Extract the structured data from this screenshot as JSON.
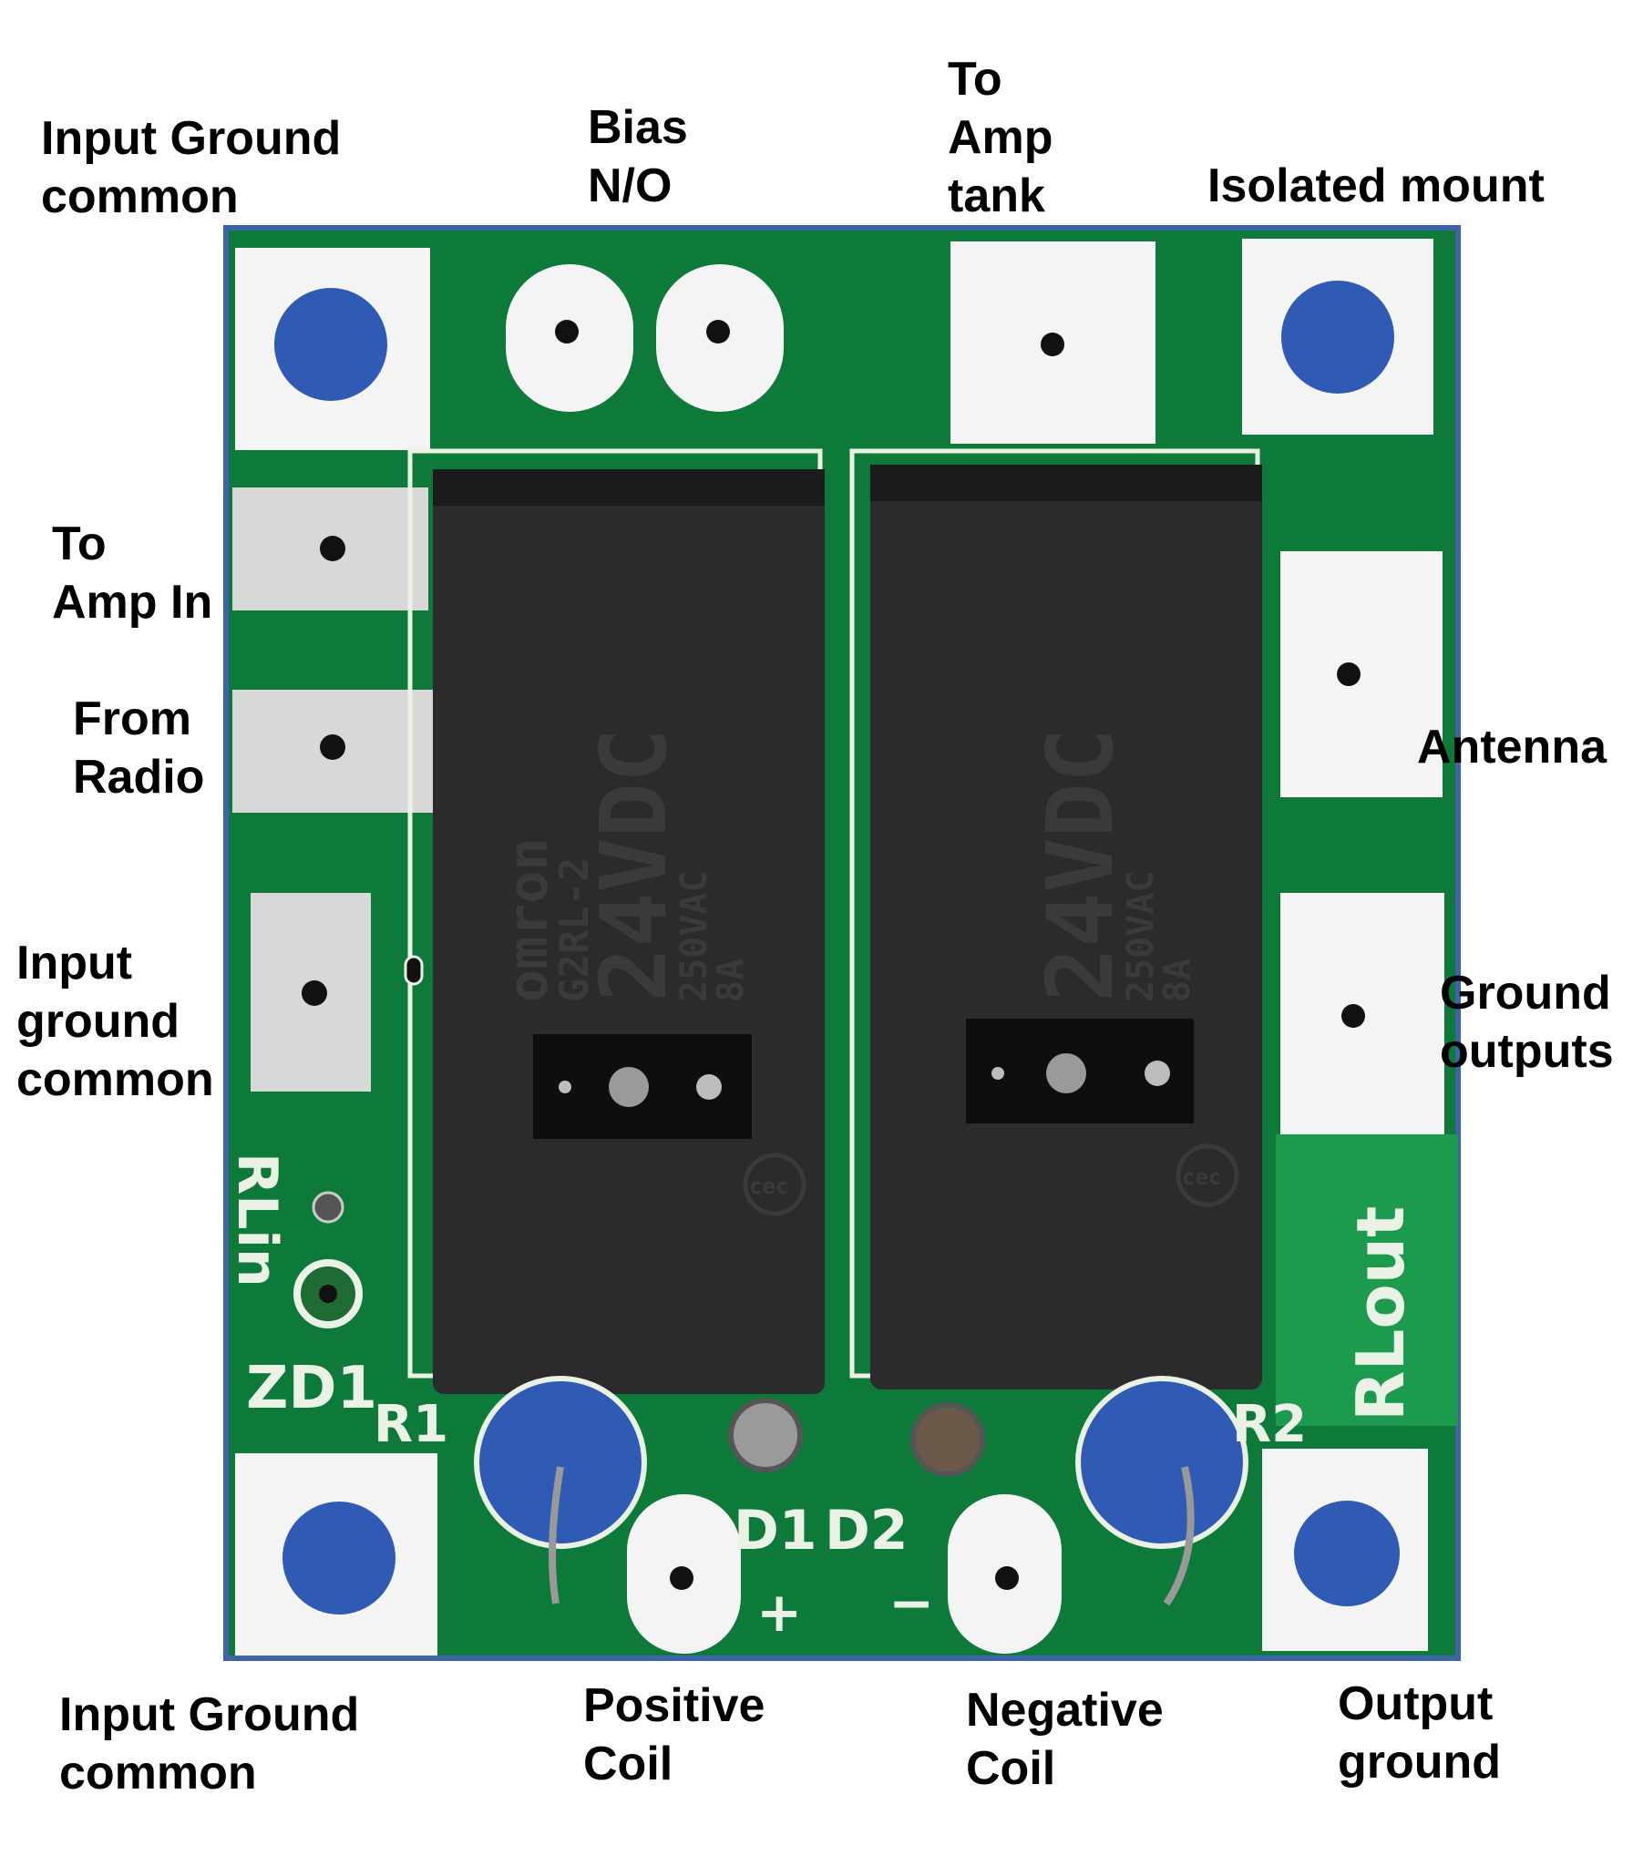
{
  "labels": {
    "input_ground_common_top": "Input Ground\ncommon",
    "bias_no": "Bias\nN/O",
    "to_amp_tank": "To\nAmp\ntank",
    "isolated_mount": "Isolated mount",
    "to_amp_in": "To\nAmp In",
    "from_radio": "From\nRadio",
    "antenna": "Antenna",
    "input_ground_common_left": "Input\nground\ncommon",
    "ground_outputs": "Ground\noutputs",
    "input_ground_common_bottom": "Input Ground\ncommon",
    "positive_coil": "Positive\nCoil",
    "negative_coil": "Negative\nCoil",
    "output_ground": "Output\nground"
  },
  "silkscreen": {
    "rlin": "RLin",
    "zd1": "ZD1",
    "r1": "R1",
    "r2": "R2",
    "rlout": "RLout",
    "d1": "D1",
    "d2": "D2",
    "plus": "+",
    "minus": "−"
  },
  "relay_markings": {
    "brand": "omron",
    "model": "G2RL-2",
    "voltage": "24VDC",
    "rating1": "250VAC",
    "rating2": "8A",
    "cert": "cec"
  },
  "colors": {
    "pcb": "#0d7a3a",
    "pad": "#f4f4f4",
    "relay": "#2b2b2b",
    "capacitor": "#2f5bb5"
  }
}
